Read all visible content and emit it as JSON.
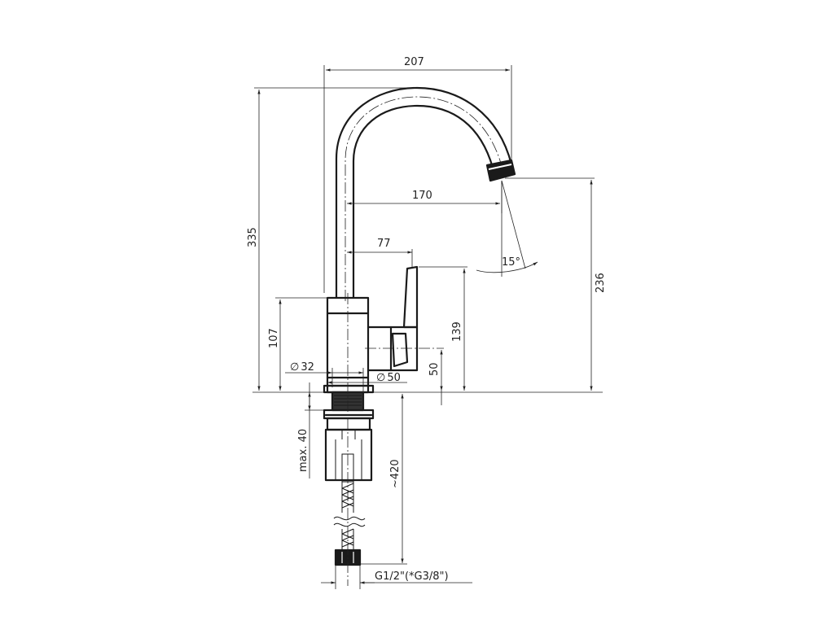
{
  "dimensions": {
    "width_total": "207",
    "height_total": "335",
    "spout_reach": "170",
    "handle_offset": "77",
    "spout_angle": "15°",
    "spout_height": "236",
    "handle_height": "139",
    "body_height": "107",
    "base_diameter": "32",
    "body_diameter": "50",
    "body_center_height": "50",
    "max_thickness": "max. 40",
    "hose_length": "~420",
    "thread": "G1/2\"(*G3/8\")"
  },
  "symbols": {
    "diameter": "∅"
  }
}
